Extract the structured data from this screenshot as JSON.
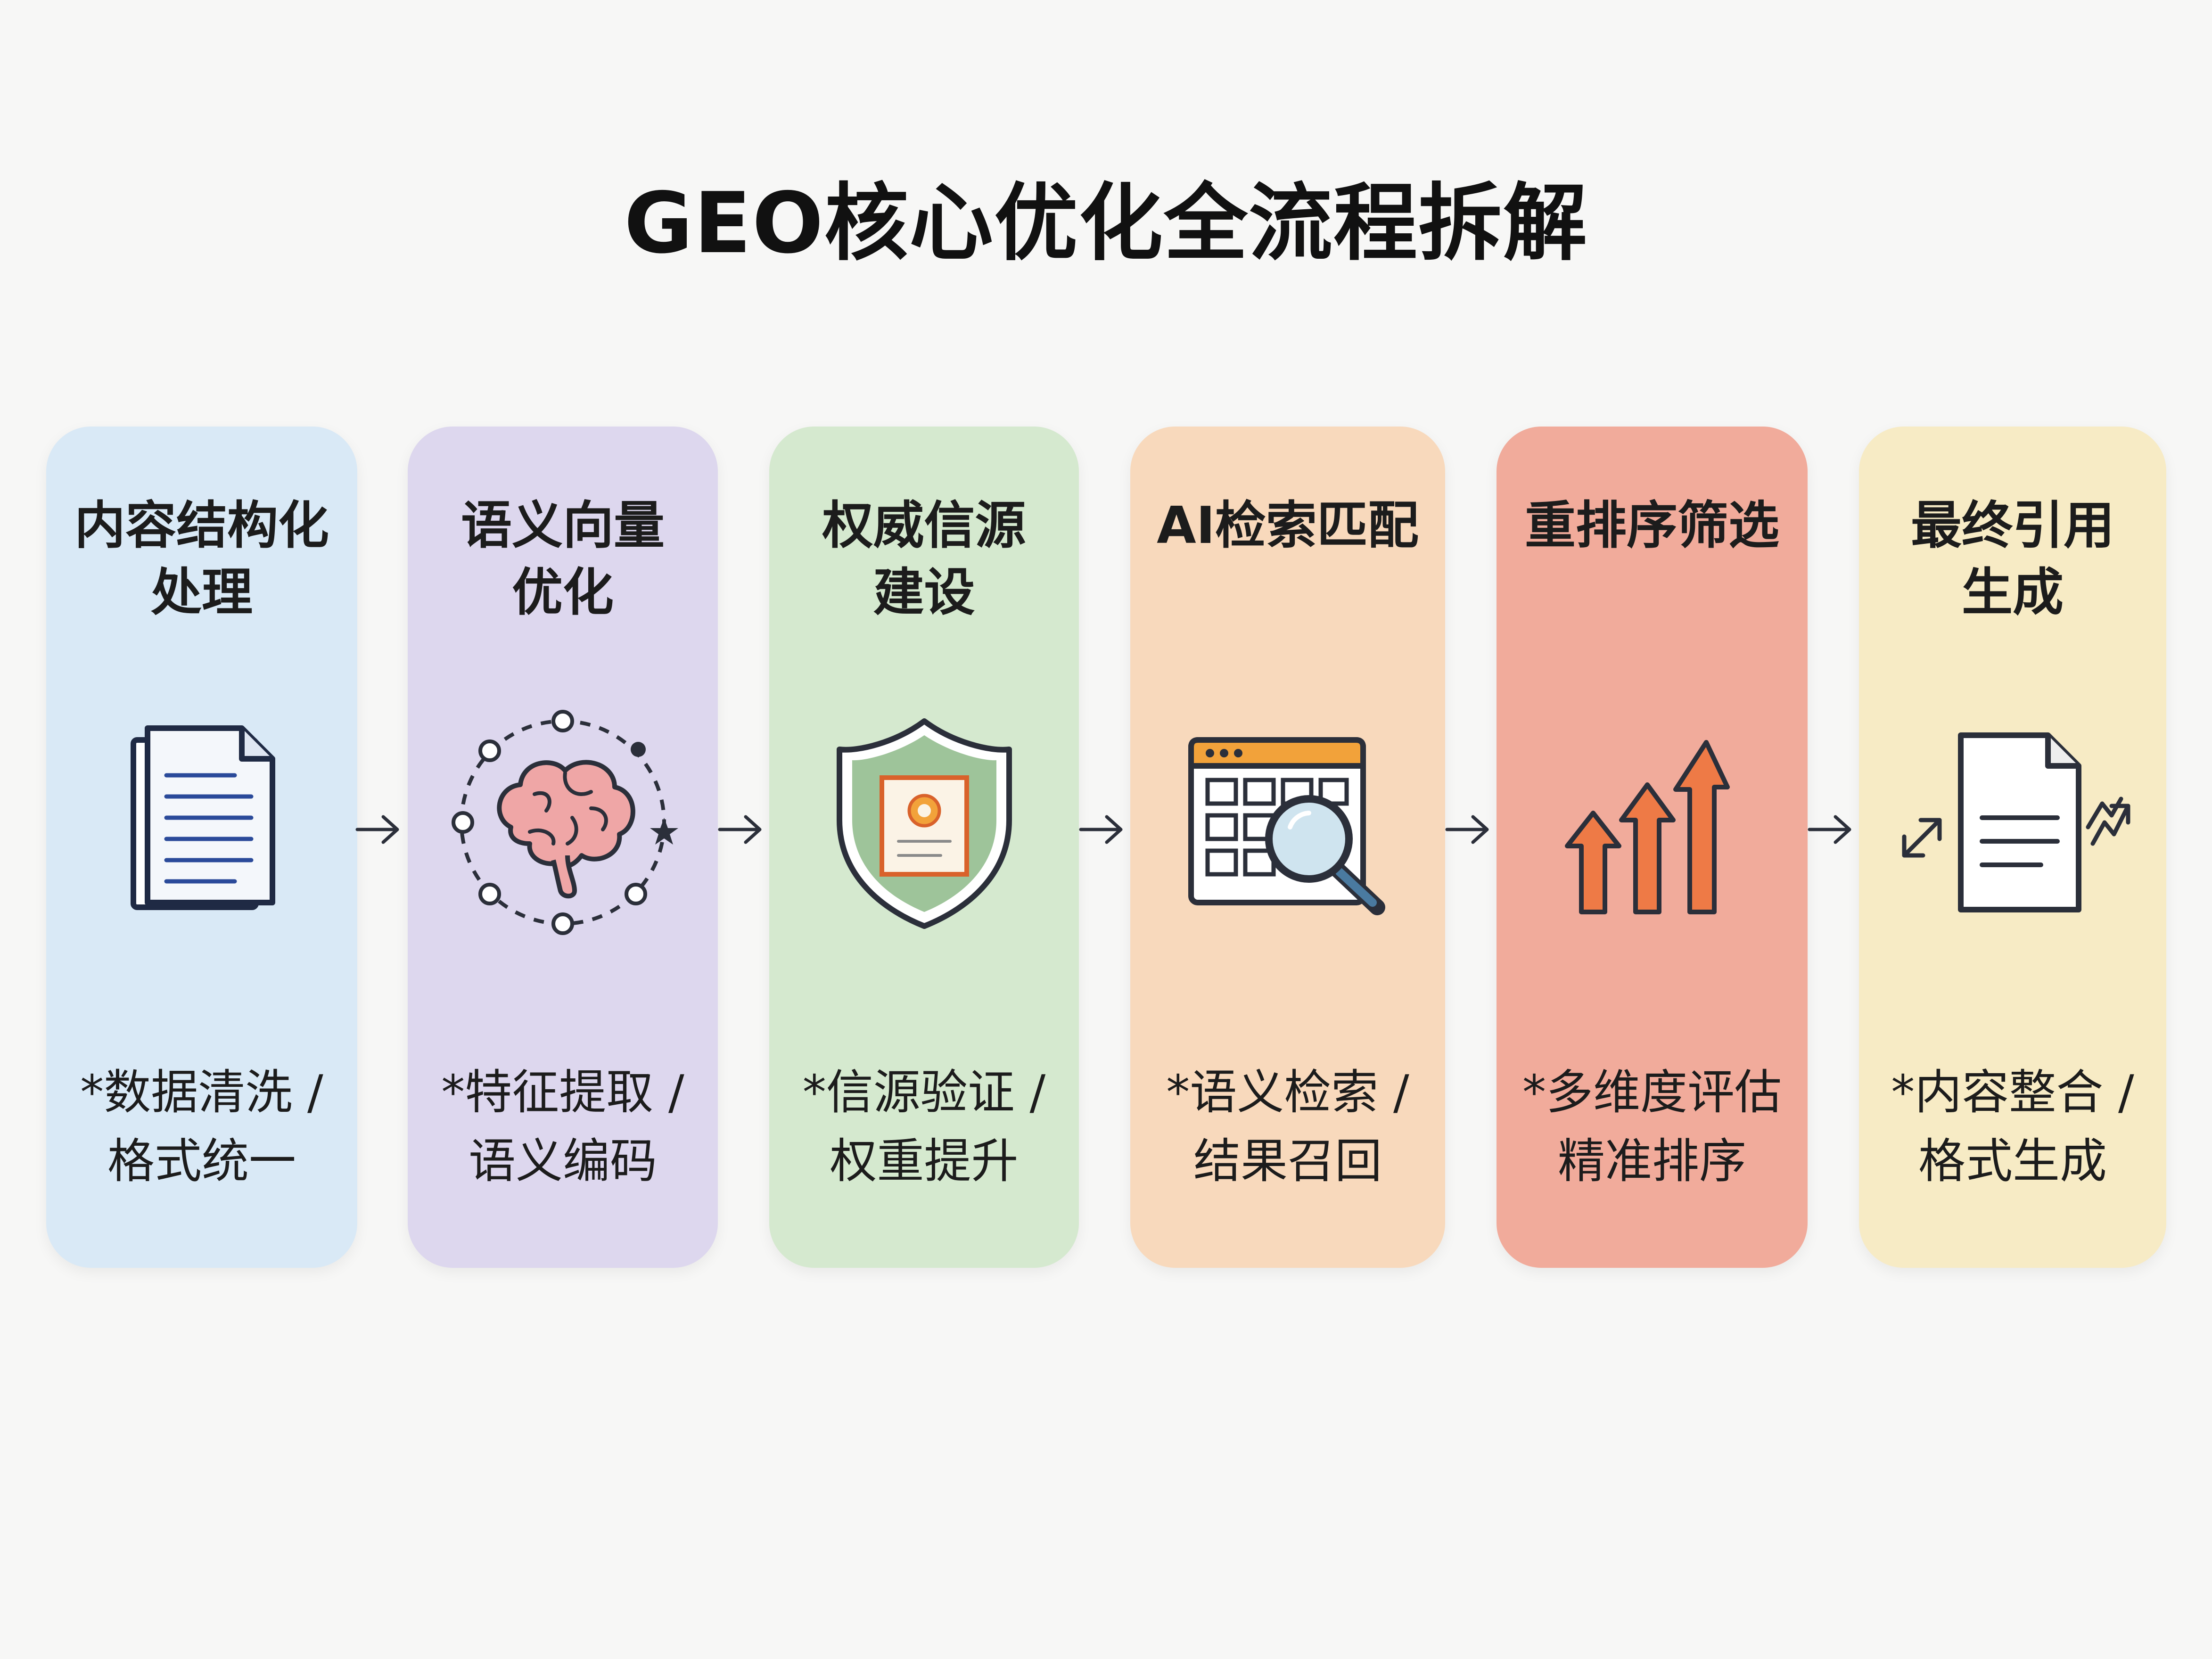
{
  "title": "GEO核心优化全流程拆解",
  "steps": [
    {
      "title": "内容结构化\n处理",
      "desc": "*数据清洗 /\n格式统一",
      "color": "#d9e9f6",
      "icon": "document-icon"
    },
    {
      "title": "语义向量\n优化",
      "desc": "*特征提取 /\n语义编码",
      "color": "#ddd7ee",
      "icon": "brain-network-icon"
    },
    {
      "title": "权威信源\n建设",
      "desc": "*信源验证 /\n权重提升",
      "color": "#d5e9cf",
      "icon": "shield-certificate-icon"
    },
    {
      "title": "AI检索匹配",
      "desc": "*语义检索 /\n结果召回",
      "color": "#f8d9bc",
      "icon": "grid-search-icon"
    },
    {
      "title": "重排序筛选",
      "desc": "*多维度评估\n精准排序",
      "color": "#f1ab9b",
      "icon": "rising-arrows-icon"
    },
    {
      "title": "最终引用\n生成",
      "desc": "*内容整合 /\n格式生成",
      "color": "#f7ebc5",
      "icon": "document-arrows-icon"
    }
  ]
}
